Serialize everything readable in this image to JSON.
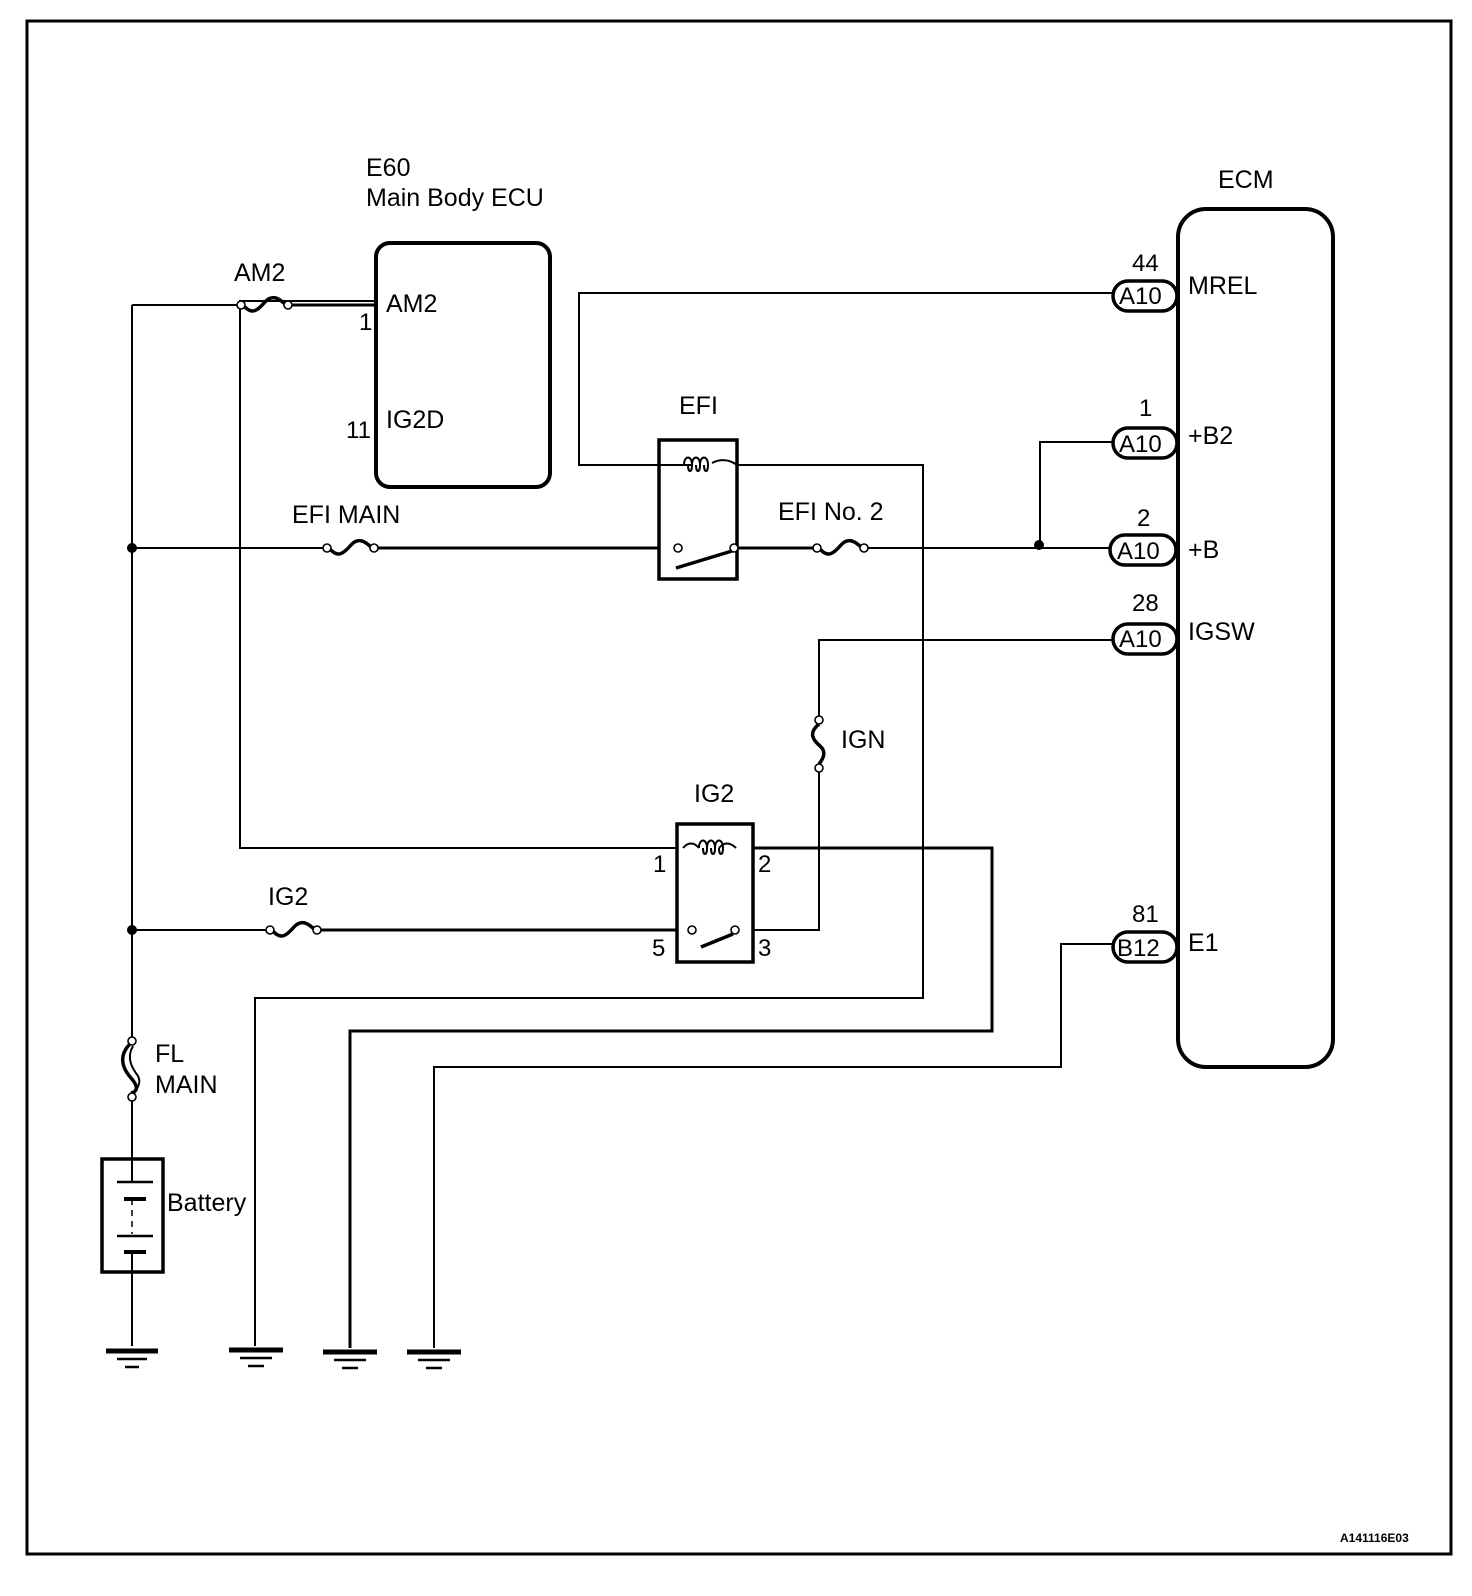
{
  "diagram": {
    "type": "wiring-diagram",
    "figure_code": "A141116E03",
    "components": {
      "main_body_ecu": {
        "connector": "E60",
        "name": "Main Body ECU",
        "pins": [
          {
            "number": "1",
            "name": "AM2"
          },
          {
            "number": "11",
            "name": "IG2D"
          }
        ]
      },
      "ecm": {
        "name": "ECM",
        "pins": [
          {
            "number": "44",
            "connector": "A10",
            "name": "MREL"
          },
          {
            "number": "1",
            "connector": "A10",
            "name": "+B2"
          },
          {
            "number": "2",
            "connector": "A10",
            "name": "+B"
          },
          {
            "number": "28",
            "connector": "A10",
            "name": "IGSW"
          },
          {
            "number": "81",
            "connector": "B12",
            "name": "E1"
          }
        ]
      },
      "relays": {
        "efi": {
          "name": "EFI"
        },
        "ig2": {
          "name": "IG2",
          "pins": [
            "1",
            "2",
            "5",
            "3"
          ]
        }
      },
      "fuses": {
        "am2": "AM2",
        "efi_main": "EFI MAIN",
        "efi_no2": "EFI No. 2",
        "ign": "IGN",
        "ig2": "IG2",
        "fl_main_line1": "FL",
        "fl_main_line2": "MAIN"
      },
      "battery": "Battery"
    }
  }
}
